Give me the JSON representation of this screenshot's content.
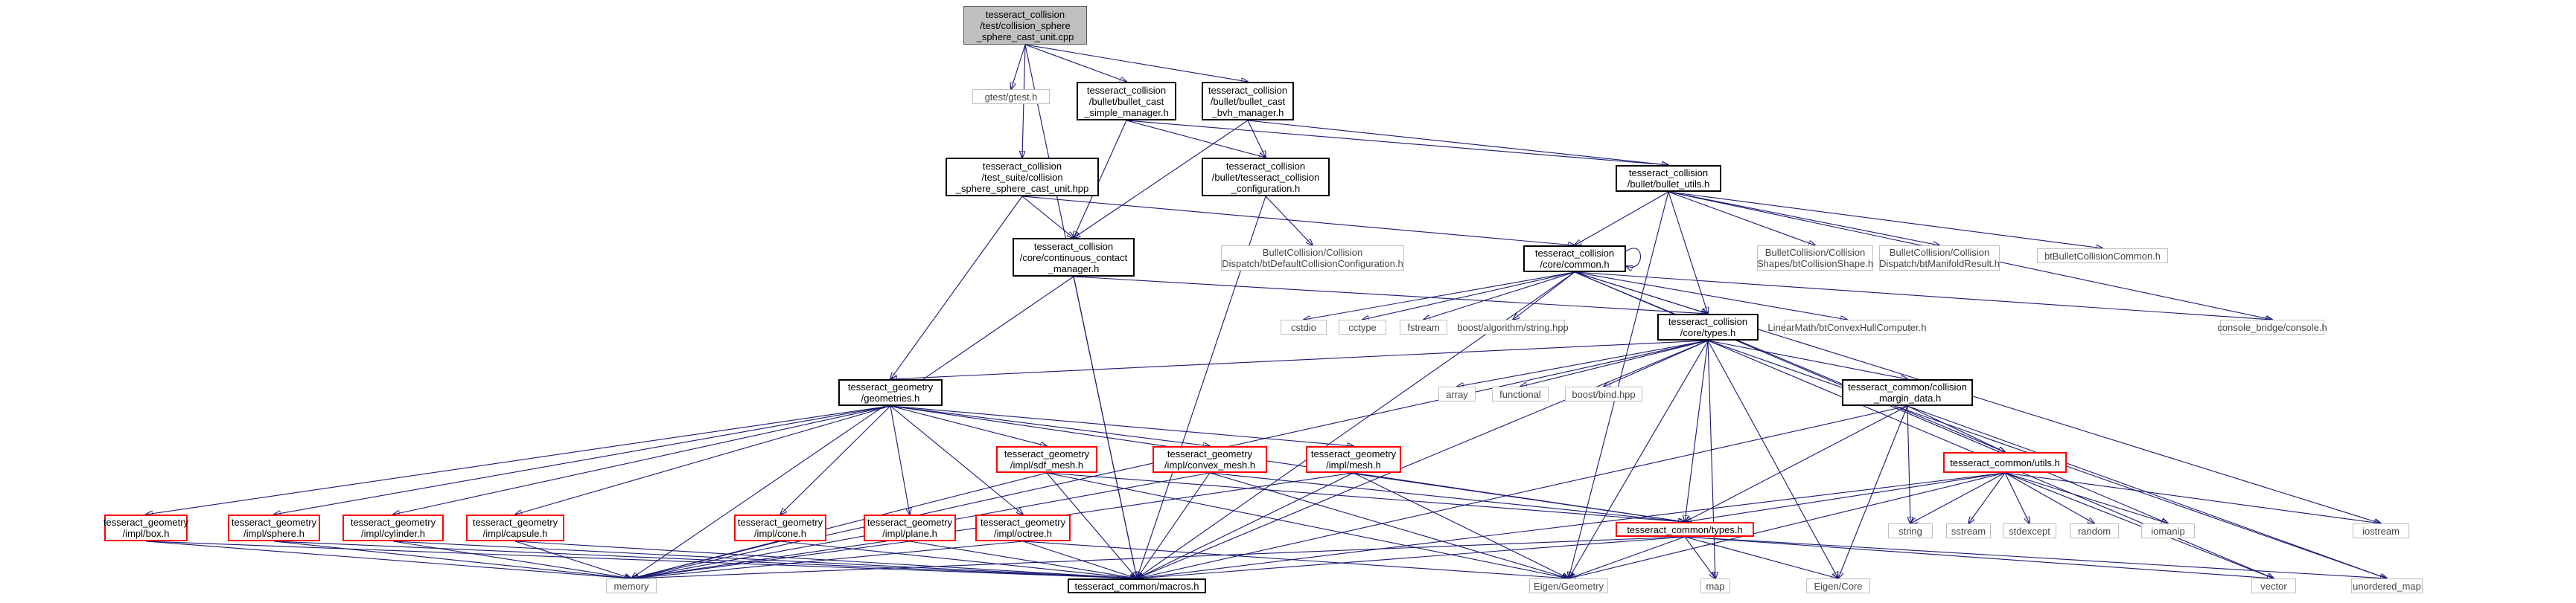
{
  "diagram": {
    "title": "",
    "nodes": {
      "root": {
        "label": "tesseract_collision\n/test/collision_sphere\n_sphere_cast_unit.cpp",
        "kind": "root"
      },
      "gtest": {
        "label": "gtest/gtest.h",
        "kind": "sys"
      },
      "bullet_cast_simple": {
        "label": "tesseract_collision\n/bullet/bullet_cast\n_simple_manager.h",
        "kind": "local"
      },
      "bullet_cast_bvh": {
        "label": "tesseract_collision\n/bullet/bullet_cast\n_bvh_manager.h",
        "kind": "local"
      },
      "test_suite": {
        "label": "tesseract_collision\n/test_suite/collision\n_sphere_sphere_cast_unit.hpp",
        "kind": "local"
      },
      "tess_collision_cfg": {
        "label": "tesseract_collision\n/bullet/tesseract_collision\n_configuration.h",
        "kind": "local"
      },
      "bullet_utils": {
        "label": "tesseract_collision\n/bullet/bullet_utils.h",
        "kind": "local"
      },
      "continuous_contact": {
        "label": "tesseract_collision\n/core/continuous_contact\n_manager.h",
        "kind": "local"
      },
      "bt_default_cfg": {
        "label": "BulletCollision/Collision\nDispatch/btDefaultCollisionConfiguration.h",
        "kind": "sys"
      },
      "core_common": {
        "label": "tesseract_collision\n/core/common.h",
        "kind": "local"
      },
      "bt_collision_shape": {
        "label": "BulletCollision/Collision\nShapes/btCollisionShape.h",
        "kind": "sys"
      },
      "bt_manifold": {
        "label": "BulletCollision/Collision\nDispatch/btManifoldResult.h",
        "kind": "sys"
      },
      "bt_common": {
        "label": "btBulletCollisionCommon.h",
        "kind": "sys"
      },
      "cstdio": {
        "label": "cstdio",
        "kind": "sys"
      },
      "cctype": {
        "label": "cctype",
        "kind": "sys"
      },
      "fstream": {
        "label": "fstream",
        "kind": "sys"
      },
      "boost_string": {
        "label": "boost/algorithm/string.hpp",
        "kind": "sys"
      },
      "core_types": {
        "label": "tesseract_collision\n/core/types.h",
        "kind": "local"
      },
      "bt_convex_hull": {
        "label": "LinearMath/btConvexHullComputer.h",
        "kind": "sys"
      },
      "console_bridge": {
        "label": "console_bridge/console.h",
        "kind": "sys"
      },
      "geometries": {
        "label": "tesseract_geometry\n/geometries.h",
        "kind": "local"
      },
      "array": {
        "label": "array",
        "kind": "sys"
      },
      "functional": {
        "label": "functional",
        "kind": "sys"
      },
      "boost_bind": {
        "label": "boost/bind.hpp",
        "kind": "sys"
      },
      "collision_margin": {
        "label": "tesseract_common/collision\n_margin_data.h",
        "kind": "local"
      },
      "sdf_mesh": {
        "label": "tesseract_geometry\n/impl/sdf_mesh.h",
        "kind": "red"
      },
      "convex_mesh": {
        "label": "tesseract_geometry\n/impl/convex_mesh.h",
        "kind": "red"
      },
      "mesh": {
        "label": "tesseract_geometry\n/impl/mesh.h",
        "kind": "red"
      },
      "utils": {
        "label": "tesseract_common/utils.h",
        "kind": "red"
      },
      "box": {
        "label": "tesseract_geometry\n/impl/box.h",
        "kind": "red"
      },
      "sphere": {
        "label": "tesseract_geometry\n/impl/sphere.h",
        "kind": "red"
      },
      "cylinder": {
        "label": "tesseract_geometry\n/impl/cylinder.h",
        "kind": "red"
      },
      "capsule": {
        "label": "tesseract_geometry\n/impl/capsule.h",
        "kind": "red"
      },
      "cone": {
        "label": "tesseract_geometry\n/impl/cone.h",
        "kind": "red"
      },
      "plane": {
        "label": "tesseract_geometry\n/impl/plane.h",
        "kind": "red"
      },
      "octree": {
        "label": "tesseract_geometry\n/impl/octree.h",
        "kind": "red"
      },
      "common_types": {
        "label": "tesseract_common/types.h",
        "kind": "red"
      },
      "string": {
        "label": "string",
        "kind": "sys"
      },
      "sstream": {
        "label": "sstream",
        "kind": "sys"
      },
      "stdexcept": {
        "label": "stdexcept",
        "kind": "sys"
      },
      "random": {
        "label": "random",
        "kind": "sys"
      },
      "iomanip": {
        "label": "iomanip",
        "kind": "sys"
      },
      "iostream": {
        "label": "iostream",
        "kind": "sys"
      },
      "memory": {
        "label": "memory",
        "kind": "sys"
      },
      "macros": {
        "label": "tesseract_common/macros.h",
        "kind": "local"
      },
      "eigen_geometry": {
        "label": "Eigen/Geometry",
        "kind": "sys"
      },
      "map": {
        "label": "map",
        "kind": "sys"
      },
      "eigen_core": {
        "label": "Eigen/Core",
        "kind": "sys"
      },
      "vector": {
        "label": "vector",
        "kind": "sys"
      },
      "unordered_map": {
        "label": "unordered_map",
        "kind": "sys"
      }
    }
  }
}
